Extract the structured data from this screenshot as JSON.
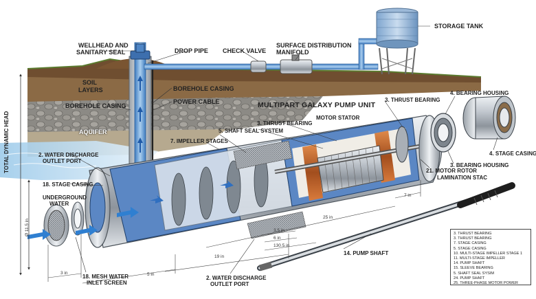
{
  "title": "MULTIPART GALAXY PUMP UNIT",
  "axis_label": "TOTAL DYNAMIC HEAD",
  "labels": {
    "wellhead": "WELLHEAD AND",
    "wellhead2": "SANITARY SEAL",
    "drop_pipe": "DROP PIPE",
    "check_valve": "CHECK VALVE",
    "surface": "SURFACE DISTRIBUTION",
    "surface2": "MANIFOLD",
    "storage_tank": "STORAGE TANK",
    "soil": "SOIL",
    "soil2": "LAYERS",
    "borehole_casing_r": "BOREHOLE CASING",
    "borehole_casing_l": "BOREHOLE CASING",
    "power_cable": "POWER CABLE",
    "aquifer": "AQUIFER",
    "thrust_bearing_top": "3. THRUST BEARING",
    "thrust_bearing_mid": "3. THRUST BEARING",
    "motor_stator": "MOTOR STATOR",
    "shaft_seal": "5. SHAFT SEAL SYSTEM",
    "impeller_stages": "7. IMPELLER STAGES",
    "bearing_housing_top": "4. BEARING HOUSING",
    "stage_casing_r": "4. STAGE CASING",
    "bearing_housing_mid": "3. BEARING HOUSING",
    "motor_rotor": "21. MOTOR ROTOR",
    "motor_rotor2": "LAMINATION STAC",
    "water_discharge_l": "2. WATER DISCHARGE",
    "water_discharge_l2": "OUTLET PORT",
    "stage_casing_l": "18. STAGE CASING",
    "underground": "UNDERGROUND",
    "underground2": "WATER",
    "mesh_inlet": "18. MESH WATER",
    "mesh_inlet2": "INLET SCREEN",
    "water_discharge_b": "2. WATER DISCHARGE",
    "water_discharge_b2": "OUTLET PORT",
    "pump_shaft": "14. PUMP SHAFT"
  },
  "dimensions": {
    "d_left_vert": "Ø 11.5 in",
    "d_3in": "3 in",
    "d_5in": "5 in",
    "d_19in": "19 in",
    "d_25in": "25 in",
    "d_35in": "3.5 in",
    "d_6in": "6 in",
    "d_1305": "130.5 in",
    "d_7in": "7 in"
  },
  "legend": [
    "3. THRUST BEARING",
    "3. THRUST BEARING",
    "7. STAGE CASING",
    "5. STAGE CASING",
    "10. MULTI-STAGE IMPELLER STAGE 1",
    "11. MULTI-STAGE IMPELLER",
    "14. PUMP SHAFT",
    "15. SLEEVE BEARING",
    "5. SHAFT SEAL SYSIM",
    "24. PUMP SHAFT",
    "25. THREE-PHASE MOTOR POWER"
  ],
  "colors": {
    "water": "#2f7fd1",
    "steel": "#b9bfc6",
    "casing_blue": "#5b87c4",
    "copper": "#c0622b",
    "soil": "#7a5a3a",
    "sky": "#eef3f6"
  }
}
